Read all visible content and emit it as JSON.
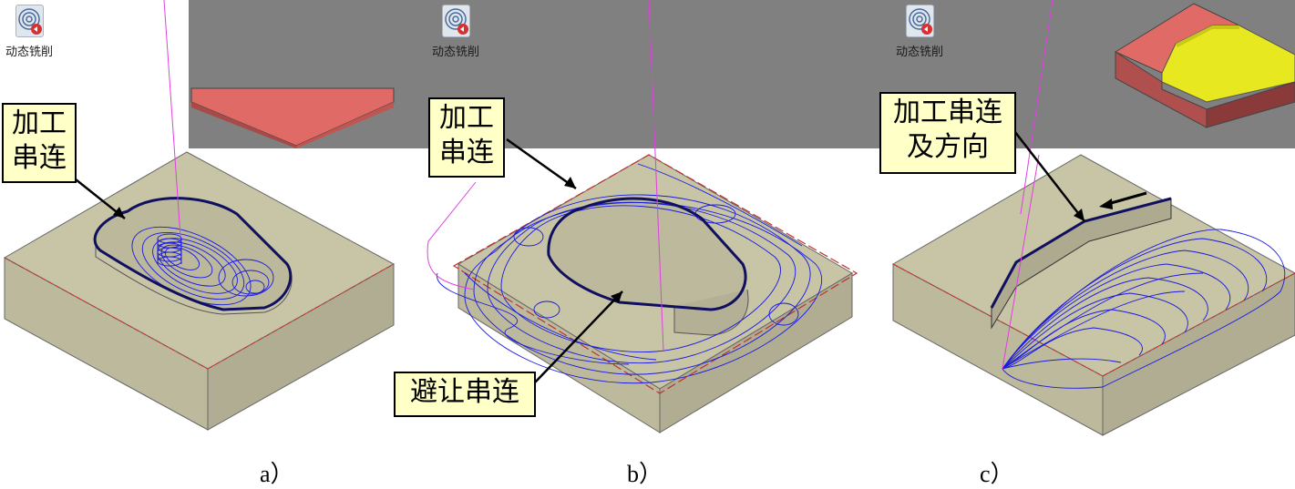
{
  "toolbar": {
    "icon_name": "dynamic-milling-spiral-icon",
    "label": "动态铣削"
  },
  "panels": {
    "a": {
      "callout": [
        "加工",
        "串连"
      ],
      "caption": "a）"
    },
    "b": {
      "callout_top": [
        "加工",
        "串连"
      ],
      "callout_bottom": [
        "避让串连"
      ],
      "caption": "b）"
    },
    "c": {
      "callout": [
        "加工串连",
        "及方向"
      ],
      "caption": "c）"
    }
  },
  "colors": {
    "block_face": "#c8c4a6",
    "block_edge": "#555555",
    "toolpath": "#1a1ae0",
    "chain": "#101060",
    "tool_axis": "#e040e0",
    "boundary_dash": "#d03030",
    "red_face": "#e06a66",
    "yellow_face": "#e8e820",
    "gray_band": "#808080",
    "callout_bg": "#ffffc8"
  }
}
